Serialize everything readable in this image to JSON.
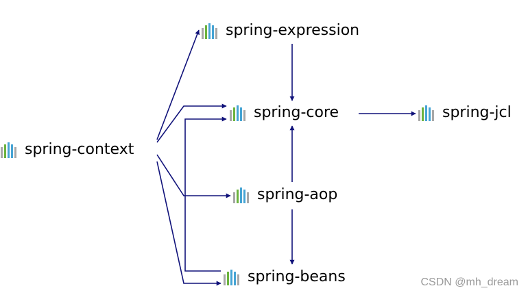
{
  "colors": {
    "edge": "#10127a",
    "bar_gray": "#a8a8a8",
    "bar_green": "#6cb33e",
    "bar_blue": "#46a4d4"
  },
  "node_icon": "library-bars-icon",
  "nodes": {
    "spring_context": "spring-context",
    "spring_expression": "spring-expression",
    "spring_core": "spring-core",
    "spring_jcl": "spring-jcl",
    "spring_aop": "spring-aop",
    "spring_beans": "spring-beans"
  },
  "edges": [
    {
      "from": "spring-context",
      "to": "spring-expression"
    },
    {
      "from": "spring-context",
      "to": "spring-core"
    },
    {
      "from": "spring-context",
      "to": "spring-aop"
    },
    {
      "from": "spring-context",
      "to": "spring-beans"
    },
    {
      "from": "spring-expression",
      "to": "spring-core"
    },
    {
      "from": "spring-core",
      "to": "spring-jcl"
    },
    {
      "from": "spring-aop",
      "to": "spring-core"
    },
    {
      "from": "spring-aop",
      "to": "spring-beans"
    },
    {
      "from": "spring-beans",
      "to": "spring-core"
    }
  ],
  "watermark": "CSDN @mh_dream"
}
